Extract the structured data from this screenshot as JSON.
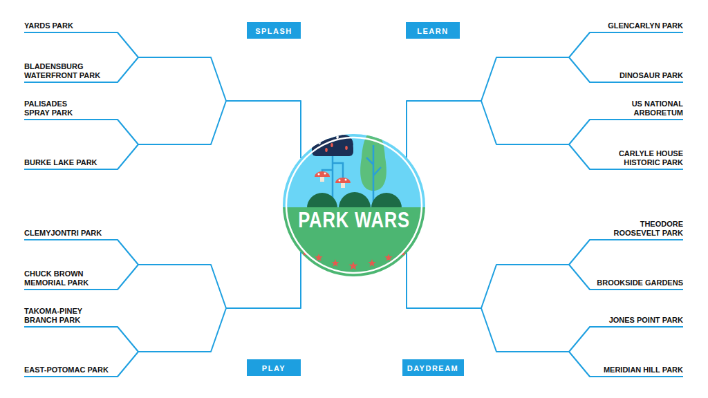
{
  "diagram": {
    "nodes": [
      {
        "text": [
          "SPLASH"
        ]
      },
      {
        "text": [
          "LEARN"
        ]
      },
      {
        "text": [
          "PARK WARS"
        ]
      },
      {
        "text": [
          "PLAY"
        ]
      },
      {
        "text": [
          "DAYDREAM"
        ]
      }
    ],
    "labels": [
      "YARDS PARK",
      "BLADENSBURG WATERFRONT PARK",
      "PALISADES SPRAY PARK",
      "BURKE LAKE PARK",
      "CLEMYJONTRI PARK",
      "CHUCK BROWN MEMORIAL PARK",
      "TAKOMA-PINEY BRANCH PARK",
      "EAST-POTOMAC PARK",
      "GLENCARLYN PARK",
      "DINOSAUR PARK",
      "US NATIONAL ARBORETUM",
      "CARLYLE HOUSE HISTORIC PARK",
      "THEODORE ROOSEVELT PARK",
      "BROOKSIDE GARDENS",
      "JONES POINT PARK",
      "MERIDIAN HILL PARK"
    ]
  }
}
